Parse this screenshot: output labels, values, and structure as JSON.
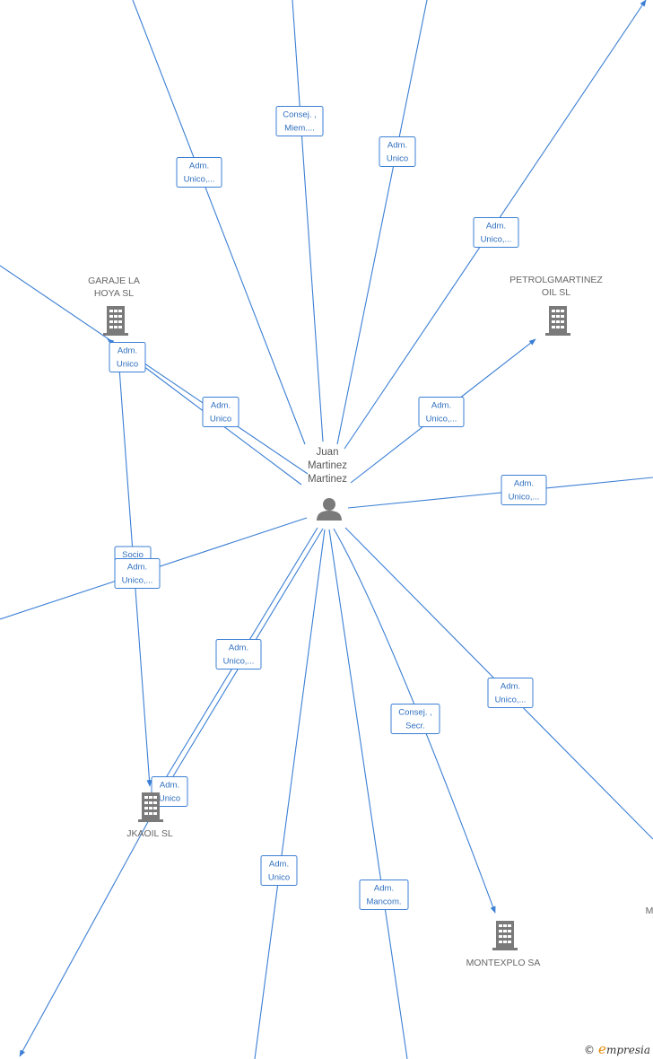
{
  "center": {
    "name_lines": [
      "Juan",
      "Martinez",
      "Martinez"
    ],
    "icon": "person-icon"
  },
  "companies": [
    {
      "id": "garaje",
      "lines": [
        "GARAJE LA",
        "HOYA SL"
      ],
      "icon": "building-icon"
    },
    {
      "id": "petrol",
      "lines": [
        "PETROLGMARTINEZ",
        "OIL  SL"
      ],
      "icon": "building-icon"
    },
    {
      "id": "jkaoil",
      "lines": [
        "JKAOIL  SL"
      ],
      "icon": "building-icon"
    },
    {
      "id": "montexplo",
      "lines": [
        "MONTEXPLO SA"
      ],
      "icon": "building-icon"
    },
    {
      "id": "cut-right",
      "lines": [
        "M"
      ],
      "icon": "building-icon"
    }
  ],
  "edge_labels": [
    {
      "id": "l1",
      "lines": [
        "Adm.",
        "Unico,..."
      ]
    },
    {
      "id": "l2",
      "lines": [
        "Consej. ,",
        "Miem...."
      ]
    },
    {
      "id": "l3",
      "lines": [
        "Adm.",
        "Unico"
      ]
    },
    {
      "id": "l4",
      "lines": [
        "Adm.",
        "Unico,..."
      ]
    },
    {
      "id": "l5",
      "lines": [
        "Adm.",
        "Unico"
      ]
    },
    {
      "id": "l6",
      "lines": [
        "Adm.",
        "Unico"
      ]
    },
    {
      "id": "l7",
      "lines": [
        "Adm.",
        "Unico,..."
      ]
    },
    {
      "id": "l8",
      "lines": [
        "Adm.",
        "Unico,..."
      ]
    },
    {
      "id": "l9",
      "lines": [
        "Socio"
      ]
    },
    {
      "id": "l10",
      "lines": [
        "Adm.",
        "Unico,..."
      ]
    },
    {
      "id": "l11",
      "lines": [
        "Adm.",
        "Unico,..."
      ]
    },
    {
      "id": "l12",
      "lines": [
        "Adm.",
        "Unico,..."
      ]
    },
    {
      "id": "l13",
      "lines": [
        "Consej. ,",
        "Secr."
      ]
    },
    {
      "id": "l14",
      "lines": [
        "Adm.",
        "Unico"
      ]
    },
    {
      "id": "l15",
      "lines": [
        "Adm.",
        "Unico"
      ]
    },
    {
      "id": "l16",
      "lines": [
        "Adm.",
        "Mancom."
      ]
    }
  ],
  "colors": {
    "edge": "#3b7fd4",
    "label_text": "#2f6fbf",
    "icon": "#7a7a7a"
  },
  "watermark": {
    "copyright": "©",
    "e": "e",
    "brand": "mpresia"
  }
}
